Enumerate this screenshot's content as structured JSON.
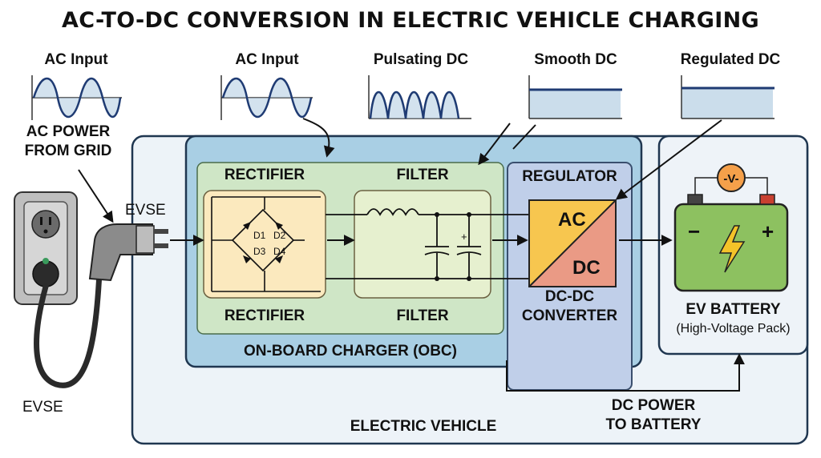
{
  "title": "AC-TO-DC CONVERSION IN ELECTRIC VEHICLE CHARGING",
  "waveforms": {
    "ac_input_1": "AC Input",
    "ac_input_2": "AC Input",
    "pulsating_dc": "Pulsating DC",
    "smooth_dc": "Smooth DC",
    "regulated_dc": "Regulated DC"
  },
  "source": {
    "line1": "AC POWER",
    "line2": "FROM GRID",
    "evse_top": "EVSE",
    "evse_bottom": "EVSE"
  },
  "obc": {
    "rectifier_top": "RECTIFIER",
    "rectifier_bottom": "RECTIFIER",
    "filter_top": "FILTER",
    "filter_bottom": "FILTER",
    "label": "ON-BOARD CHARGER (OBC)",
    "diodes": [
      "D1",
      "D2",
      "D3",
      "D4"
    ]
  },
  "regulator": {
    "header": "REGULATOR",
    "ac": "AC",
    "dc": "DC",
    "line1": "DC-DC",
    "line2": "CONVERTER"
  },
  "battery": {
    "line1": "EV BATTERY",
    "line2": "(High-Voltage Pack)",
    "meter": "-V-",
    "minus": "−",
    "plus": "+"
  },
  "output": {
    "line1": "DC POWER",
    "line2": "TO BATTERY"
  },
  "vehicle": "ELECTRIC VEHICLE",
  "colors": {
    "obc_fill": "#a9cfe4",
    "block_fill": "#cfe6c6",
    "rectifier_fill": "#fbe9be",
    "filter_fill": "#e6f0cf",
    "regulator_fill": "#c0cfe9",
    "ac_fill": "#f7c64f",
    "dc_fill": "#ea9a85",
    "battery_fill": "#8dc160",
    "wave": "#1f3b73"
  }
}
